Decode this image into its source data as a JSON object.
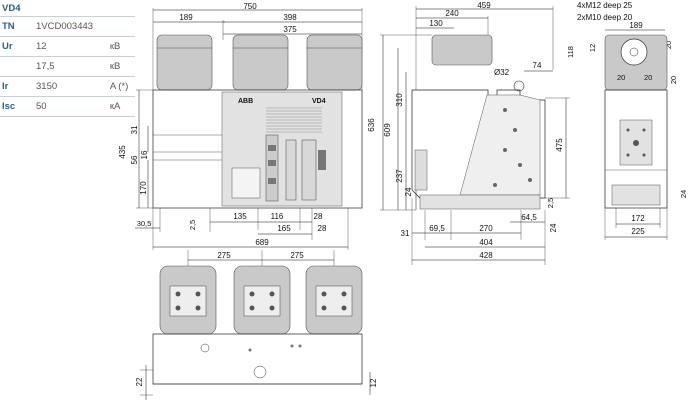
{
  "specs": {
    "model": "VD4",
    "rows": [
      {
        "key": "TN",
        "value": "1VCD003443",
        "unit": ""
      },
      {
        "key": "Ur",
        "value": "12",
        "unit": "кВ"
      },
      {
        "key": "",
        "value": "17,5",
        "unit": "кВ"
      },
      {
        "key": "Ir",
        "value": "3150",
        "unit": "A (*)"
      },
      {
        "key": "Isc",
        "value": "50",
        "unit": "кA"
      }
    ]
  },
  "front_view": {
    "logo": "ABB",
    "model_label": "VD4",
    "dims": {
      "overall_width": "750",
      "d189": "189",
      "d398": "398",
      "d375": "375",
      "d31": "31",
      "d56": "56",
      "d16": "16",
      "d435": "435",
      "d170": "170",
      "d30_5": "30,5",
      "d2_5": "2,5",
      "d135": "135",
      "d116": "116",
      "d28a": "28",
      "d165": "165",
      "d28b": "28",
      "d689": "689"
    }
  },
  "side_view": {
    "dims": {
      "d459": "459",
      "d240": "240",
      "d130": "130",
      "diam32": "Ø32",
      "d74": "74",
      "d636": "636",
      "d609": "609",
      "d310": "310",
      "d475": "475",
      "d237": "237",
      "d24a": "24",
      "d2_5": "2,5",
      "d64_5": "64,5",
      "d24b": "24",
      "d31": "31",
      "d69_5": "69,5",
      "d270": "270",
      "d404": "404",
      "d428": "428"
    }
  },
  "rear_view": {
    "dims": {
      "note1": "4xM12 deep 25",
      "note2": "2xM10 deep 20",
      "d189": "189",
      "d118": "118",
      "d12": "12",
      "d20a": "20",
      "d20b": "20",
      "d20c": "20",
      "d20d": "20",
      "d24": "24",
      "d172": "172",
      "d225": "225"
    }
  },
  "top_view": {
    "dims": {
      "d275a": "275",
      "d275b": "275",
      "d22": "22",
      "d12": "12"
    }
  }
}
